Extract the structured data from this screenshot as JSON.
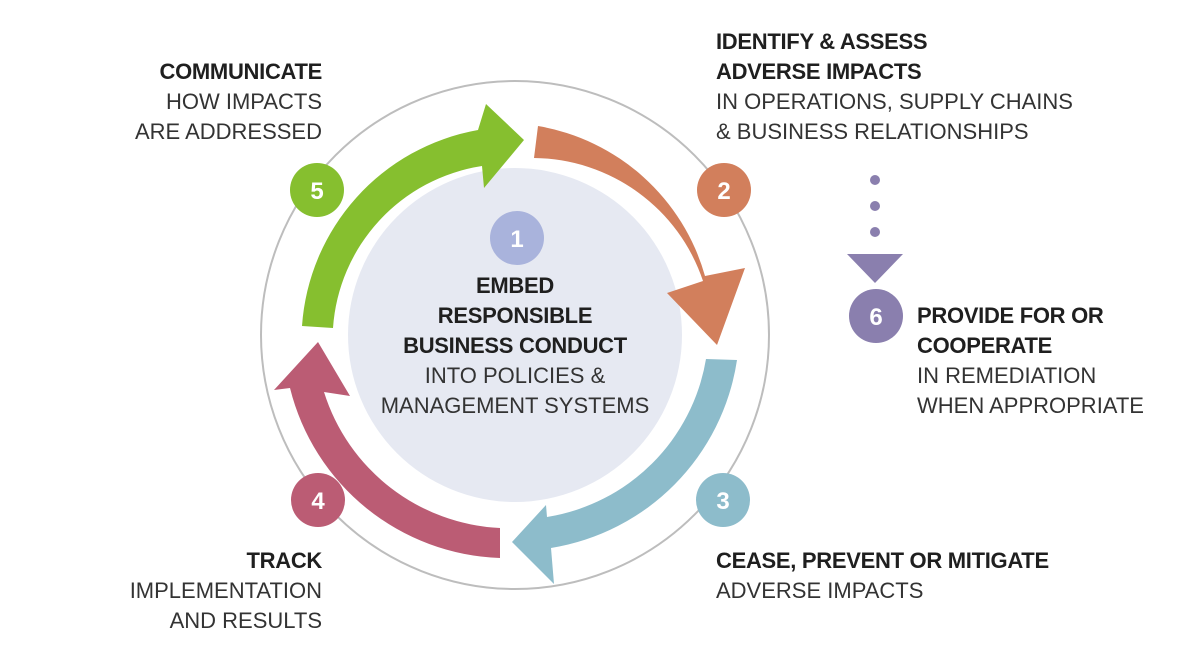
{
  "colors": {
    "ring": "#bdbdbd",
    "center_fill": "#e6e9f2",
    "step1": "#a9b3dc",
    "step2": "#d27f5c",
    "step3": "#8dbccb",
    "step4": "#bb5c74",
    "step5": "#86bf2f",
    "step6": "#8a7fae"
  },
  "center": {
    "number": "1",
    "line1": "EMBED",
    "line2": "RESPONSIBLE",
    "line3": "BUSINESS CONDUCT",
    "line4": "INTO POLICIES &",
    "line5": "MANAGEMENT SYSTEMS"
  },
  "steps": {
    "communicate": {
      "number": "5",
      "heading": "COMMUNICATE",
      "line1": "HOW IMPACTS",
      "line2": "ARE ADDRESSED"
    },
    "identify": {
      "number": "2",
      "heading1": "IDENTIFY & ASSESS",
      "heading2": "ADVERSE IMPACTS",
      "line1": "IN OPERATIONS, SUPPLY CHAINS",
      "line2": "& BUSINESS RELATIONSHIPS"
    },
    "cease": {
      "number": "3",
      "heading": "CEASE, PREVENT OR MITIGATE",
      "line1": "ADVERSE IMPACTS"
    },
    "track": {
      "number": "4",
      "heading": "TRACK",
      "line1": "IMPLEMENTATION",
      "line2": "AND RESULTS"
    },
    "remedy": {
      "number": "6",
      "heading1": "PROVIDE FOR OR",
      "heading2": "COOPERATE",
      "line1": "IN REMEDIATION",
      "line2": "WHEN APPROPRIATE"
    }
  }
}
